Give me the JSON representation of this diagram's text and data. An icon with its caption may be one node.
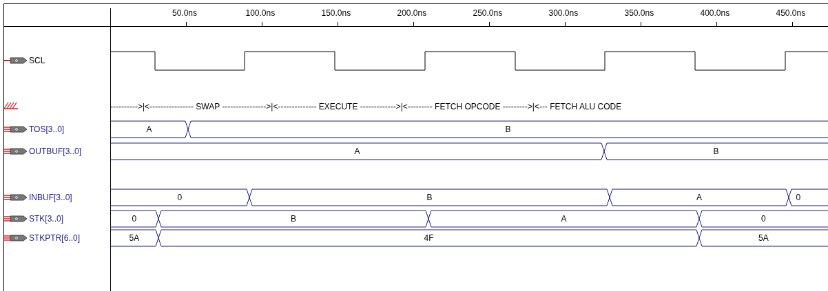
{
  "diagram": {
    "labels": [
      "50.0ns",
      "100.0ns",
      "150.0ns",
      "200.0ns",
      "250.0ns",
      "300.0ns",
      "350.0ns",
      "400.0ns",
      "450.0ns",
      "SCL",
      "---------->|<---------------- SWAP ---------------->|<-------------- EXECUTE ------------->|<--------- FETCH OPCODE --------->|<--- FETCH ALU CODE",
      "TOS[3..0]",
      "A",
      "B",
      "OUTBUF[3..0]",
      "A",
      "B",
      "INBUF[3..0]",
      "0",
      "B",
      "A",
      "0",
      "STK[3..0]",
      "0",
      "B",
      "A",
      "0",
      "STKPTR[6..0]",
      "5A",
      "4F",
      "5A"
    ]
  }
}
